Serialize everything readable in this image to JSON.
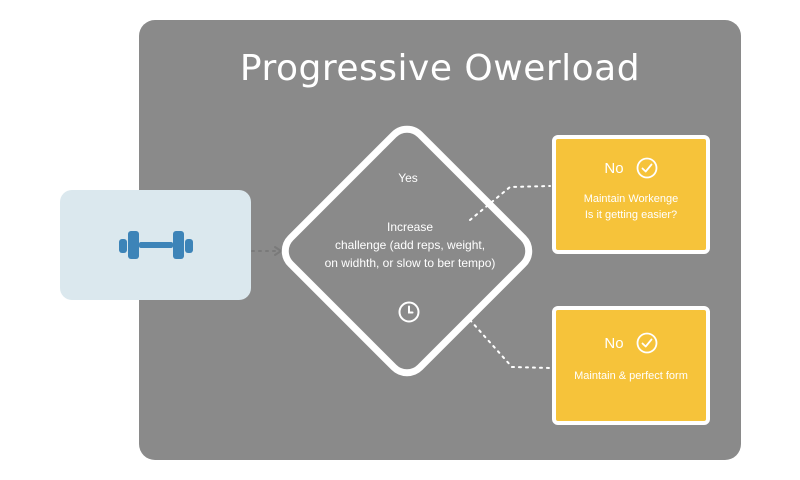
{
  "title": "Progressive Owerload",
  "start": {
    "icon": "dumbbell-icon"
  },
  "decision": {
    "yes_label": "Yes",
    "text_lines": [
      "Increase",
      "challenge (add reps, weight,",
      "on widhth, or slow to ber tempo)"
    ],
    "icon": "clock-icon"
  },
  "outcomes": [
    {
      "label": "No",
      "icon": "check-circle-icon",
      "text_lines": [
        "Maintain Workenge",
        "Is it getting easier?"
      ]
    },
    {
      "label": "No",
      "icon": "check-circle-icon",
      "text_lines": [
        "Maintain & perfect form"
      ]
    }
  ],
  "colors": {
    "panel": "#8a8a8a",
    "start_box": "#dbe8ee",
    "dumbbell": "#3d84b8",
    "outcome": "#f6c33a",
    "connector": "#ffffff",
    "start_connector": "#7a7a7a"
  }
}
